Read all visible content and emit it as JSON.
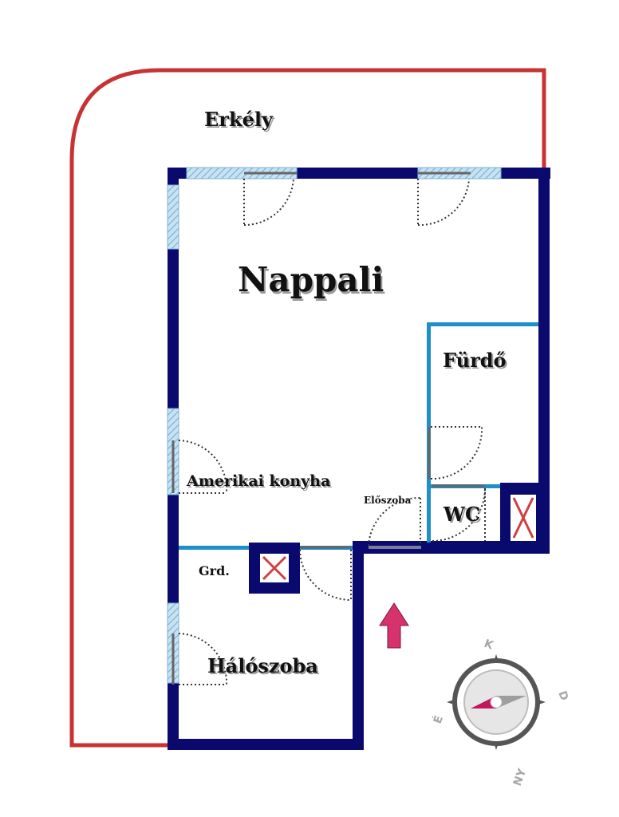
{
  "rooms": {
    "balcony": "Erkély",
    "living_room": "Nappali",
    "bathroom": "Fürdő",
    "kitchen": "Amerikai konyha",
    "hallway": "Előszoba",
    "toilet": "WC",
    "wardrobe": "Grd.",
    "bedroom": "Hálószoba"
  },
  "compass": {
    "north": "É",
    "south": "D",
    "east": "K",
    "west": "NY"
  },
  "colors": {
    "outer_wall": "#0a0a6e",
    "inner_wall": "#1e8fc8",
    "balcony_outline": "#c83232",
    "window": "#a6cfe8",
    "entrance_arrow": "#d6336c",
    "shaft_cross": "#d04040",
    "compass_needle_north": "#c2185b",
    "compass_needle_south": "#9e9e9e",
    "compass_body": "#555555"
  }
}
